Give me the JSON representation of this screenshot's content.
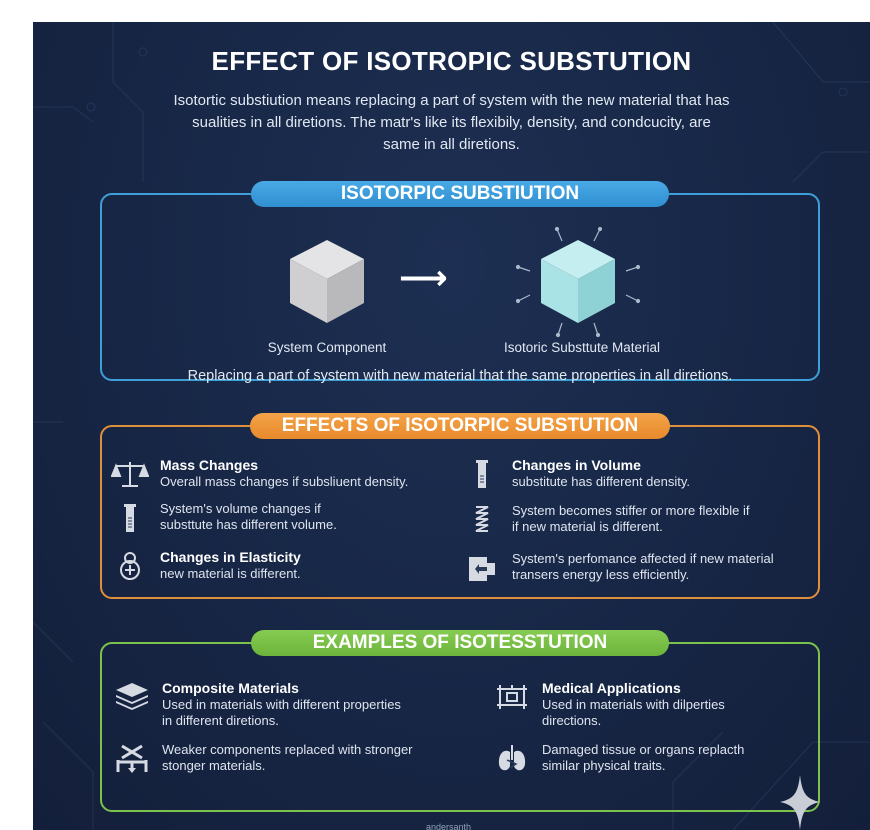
{
  "title": "EFFECT OF ISOTROPIC SUBSTUTION",
  "intro": {
    "lines": [
      "Isotortic substiution means replacing a part of system with the new material that has",
      "sualities in all diretions. The matr's like its flexibily, density, and condcucity, are",
      "same in all diretions."
    ]
  },
  "colors": {
    "background": "#172645",
    "iso_accent": "#3f9fd8",
    "effects_accent": "#e08f3a",
    "examples_accent": "#7cc34e",
    "cube_gray": "#cfcfd1",
    "cube_cyan": "#a9e3e6"
  },
  "isotropic_section": {
    "header": "ISOTORPIC SUBSTIUTION",
    "left_icon": "gray-cube-icon",
    "arrow_icon": "arrow-right-icon",
    "right_icon": "cyan-cube-radiating-icon",
    "left_label": "System Component",
    "right_label": "Isotoric Substtute Material",
    "description": "Replacing a part of system with new material that the same properties in all diretions."
  },
  "effects_section": {
    "header": "EFFECTS OF ISOTORPIC SUBSTUTION",
    "items": [
      {
        "icon": "balance-scale-icon",
        "heading": "Mass Changes",
        "lines": [
          "Overall mass changes if subsliuent density."
        ]
      },
      {
        "icon": "graduated-cylinder-icon",
        "heading": "",
        "lines": [
          "System's volume changes if",
          "substtute has different volume."
        ]
      },
      {
        "icon": "weight-plus-icon",
        "heading": "Changes in Elasticity",
        "lines": [
          "new material is different."
        ]
      },
      {
        "icon": "graduated-cylinder-icon",
        "heading": "Changes in Volume",
        "lines": [
          "substitute has different density."
        ]
      },
      {
        "icon": "spring-icon",
        "heading": "",
        "lines": [
          "System becomes stiffer or more flexible if",
          "if new material is different."
        ]
      },
      {
        "icon": "energy-transfer-icon",
        "heading": "",
        "lines": [
          "System's perfomance affected if new material",
          "transers energy less efficiently."
        ]
      }
    ]
  },
  "examples_section": {
    "header": "EXAMPLES OF ISOTESSTUTION",
    "items": [
      {
        "icon": "layers-icon",
        "heading": "Composite Materials",
        "lines": [
          "Used in materials with different properties",
          "in different diretions."
        ]
      },
      {
        "icon": "structure-replace-icon",
        "heading": "",
        "lines": [
          "Weaker components replaced with stronger",
          "stonger materials."
        ]
      },
      {
        "icon": "medical-frame-icon",
        "heading": "Medical Applications",
        "lines": [
          "Used in materials with dilperties",
          "directions."
        ]
      },
      {
        "icon": "lungs-icon",
        "heading": "",
        "lines": [
          "Damaged tissue or organs replacth",
          "similar physical traits."
        ]
      }
    ]
  },
  "footer": {
    "watermark": "andersanth",
    "sparkle_icon": "sparkle-icon"
  }
}
